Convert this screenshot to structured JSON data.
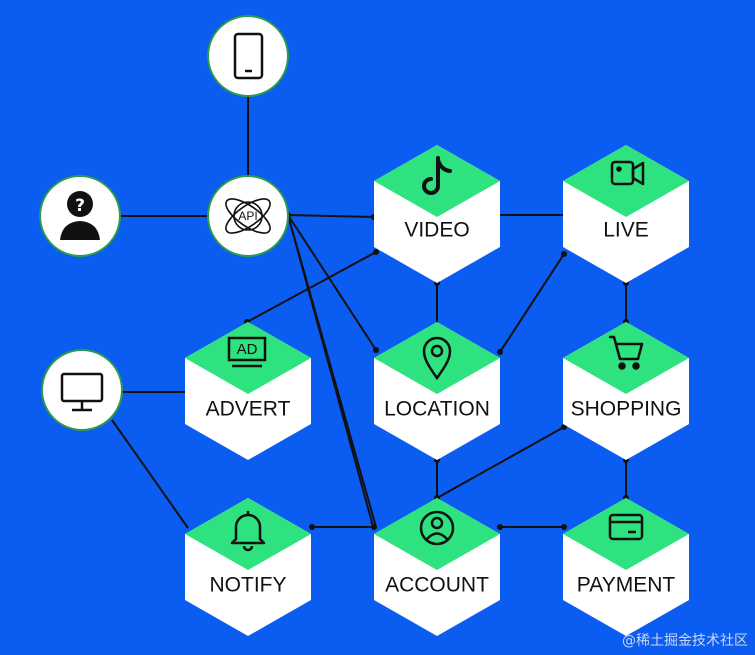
{
  "colors": {
    "background": "#0b5cf0",
    "hex_face": "#ffffff",
    "hex_top": "#2ee27f",
    "circle_fill": "#ffffff",
    "circle_stroke": "#2b9a4c",
    "line": "#111111"
  },
  "nodes": {
    "api": {
      "label": "API",
      "icon": "api-orbit-icon"
    },
    "phone": {
      "icon": "smartphone-icon"
    },
    "user": {
      "icon": "user-question-icon"
    },
    "monitor": {
      "icon": "monitor-icon"
    },
    "video": {
      "label": "VIDEO",
      "icon": "tiktok-icon"
    },
    "live": {
      "label": "LIVE",
      "icon": "video-camera-icon"
    },
    "advert": {
      "label": "ADVERT",
      "icon": "ad-sign-icon",
      "icon_text": "AD"
    },
    "location": {
      "label": "LOCATION",
      "icon": "location-pin-icon"
    },
    "shopping": {
      "label": "SHOPPING",
      "icon": "shopping-cart-icon"
    },
    "notify": {
      "label": "NOTIFY",
      "icon": "bell-icon"
    },
    "account": {
      "label": "ACCOUNT",
      "icon": "account-icon"
    },
    "payment": {
      "label": "PAYMENT",
      "icon": "card-icon"
    }
  },
  "watermark": "@稀土掘金技术社区"
}
